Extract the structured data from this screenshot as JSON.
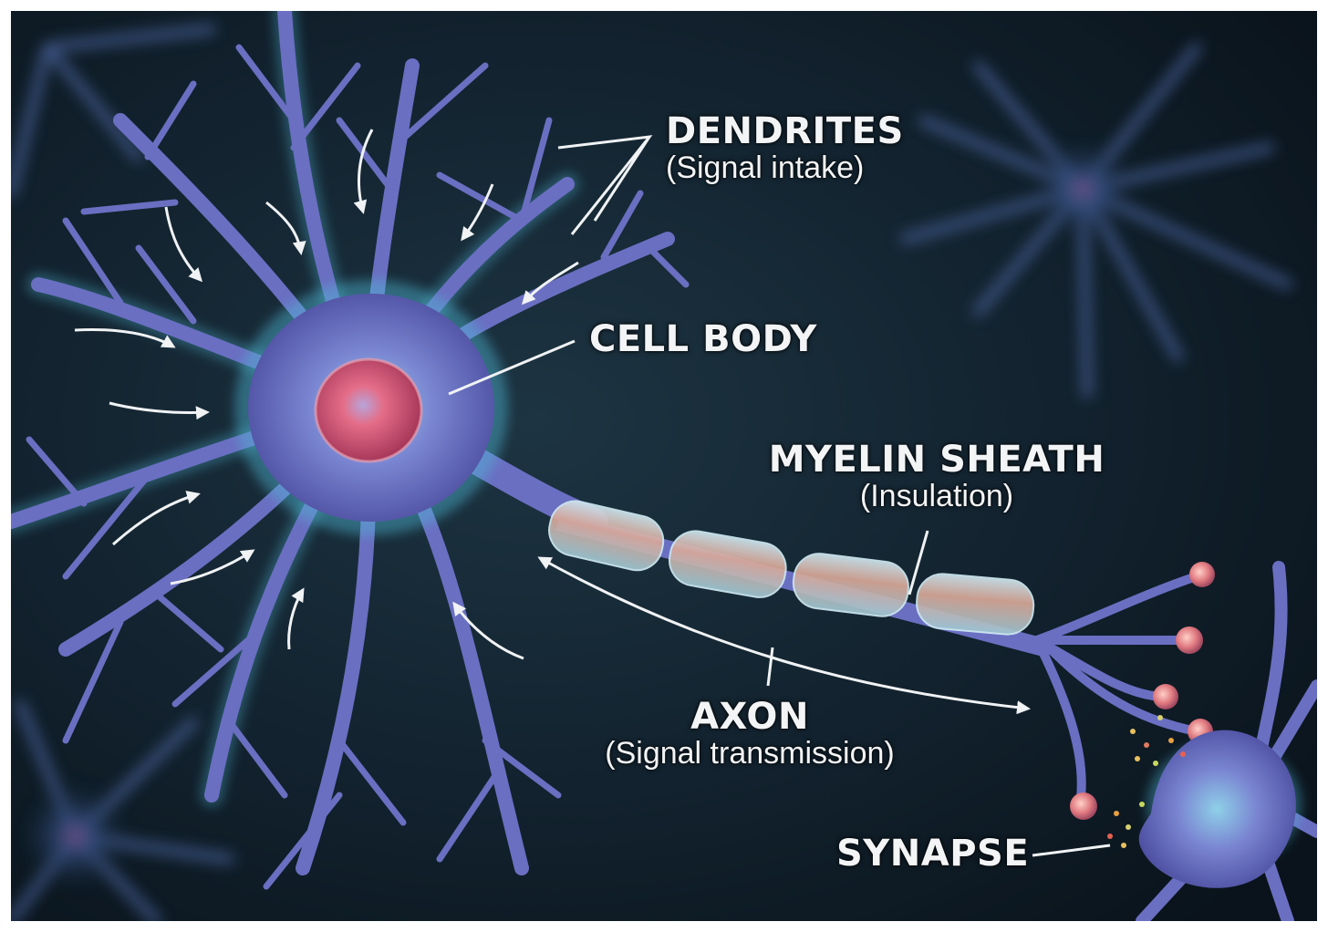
{
  "labels": {
    "dendrites": {
      "title": "DENDRITES",
      "subtitle": "(Signal intake)"
    },
    "cell_body": {
      "title": "CELL BODY"
    },
    "myelin_sheath": {
      "title": "MYELIN SHEATH",
      "subtitle": "(Insulation)"
    },
    "axon": {
      "title": "AXON",
      "subtitle": "(Signal transmission)"
    },
    "synapse": {
      "title": "SYNAPSE"
    }
  },
  "colors": {
    "background": "#0d1a24",
    "neuron": "#6f74c8",
    "neuron_glow": "#5fc9e0",
    "nucleus": "#e0627a",
    "myelin": "#d8b2a6",
    "label_text": "#f2f4f6"
  }
}
